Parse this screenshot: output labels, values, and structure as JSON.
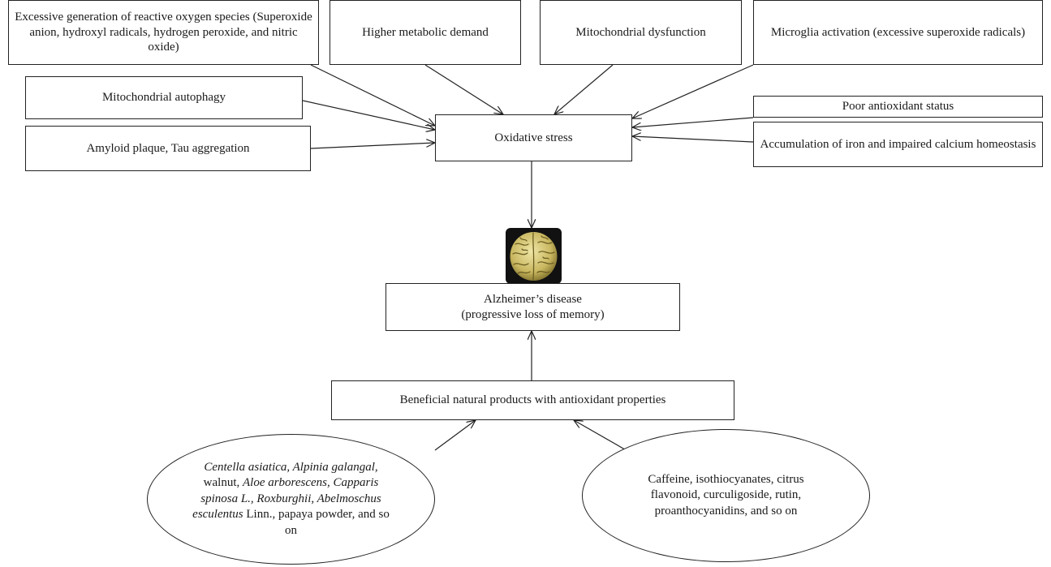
{
  "causes": {
    "ros": "Excessive generation of reactive oxygen species (Superoxide anion, hydroxyl radicals, hydrogen peroxide, and nitric oxide)",
    "metabolic": "Higher metabolic demand",
    "mito_dysfunction": "Mitochondrial dysfunction",
    "microglia": "Microglia activation (excessive superoxide radicals)",
    "mito_autophagy": "Mitochondrial autophagy",
    "antioxidant": "Poor antioxidant status",
    "amyloid": "Amyloid plaque, Tau aggregation",
    "iron": "Accumulation of iron and impaired calcium homeostasis"
  },
  "center": {
    "oxidative_stress": "Oxidative stress"
  },
  "disease": {
    "line1": "Alzheimer’s disease",
    "line2": "(progressive loss of memory)",
    "image_icon": "brain-image"
  },
  "products": {
    "label": "Beneficial natural products with antioxidant properties"
  },
  "plants": {
    "l1": "Centella asiatica, Alpinia galangal,",
    "l2": "walnut,",
    "l2b": "Aloe arborescens, Capparis",
    "l3": "spinosa L., Roxburghii, Abelmoschus",
    "l4": "esculentus",
    "l4b": "Linn., papaya powder, and so on"
  },
  "compounds": {
    "l1": "Caffeine, isothiocyanates, citrus",
    "l2": "flavonoid, curculigoside, rutin,",
    "l3": "proanthocyanidins, and so on"
  }
}
